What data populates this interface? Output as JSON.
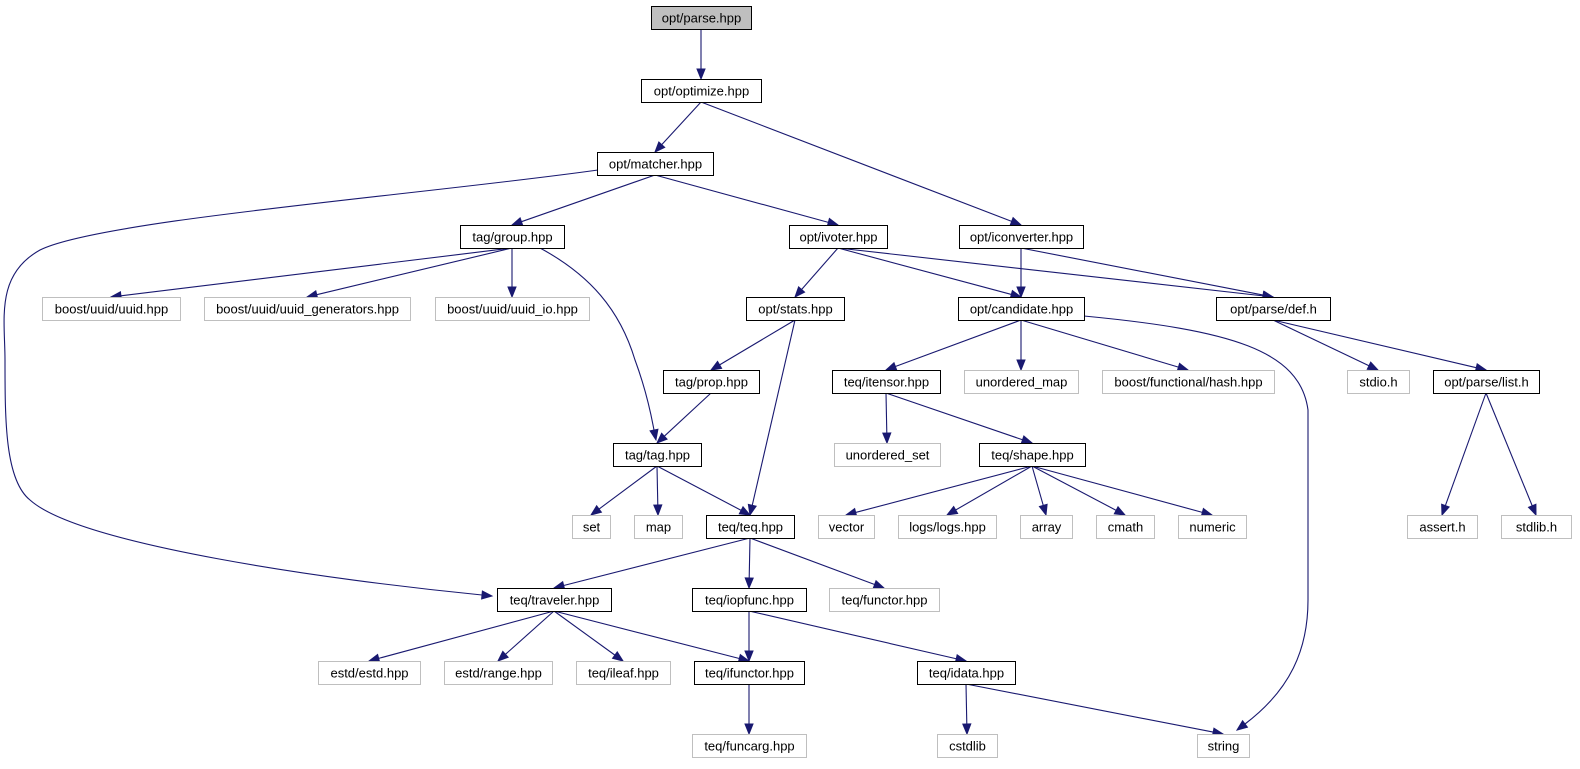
{
  "colors": {
    "edge": "#191970",
    "current_fill": "#bfbfbf",
    "strong_border": "#000000",
    "muted_border": "#bfbfbf",
    "node_fill": "#ffffff"
  },
  "nodes": [
    {
      "id": "parse",
      "label": "opt/parse.hpp",
      "style": "current"
    },
    {
      "id": "optimize",
      "label": "opt/optimize.hpp",
      "style": "strong"
    },
    {
      "id": "matcher",
      "label": "opt/matcher.hpp",
      "style": "strong"
    },
    {
      "id": "group",
      "label": "tag/group.hpp",
      "style": "strong"
    },
    {
      "id": "ivoter",
      "label": "opt/ivoter.hpp",
      "style": "strong"
    },
    {
      "id": "iconverter",
      "label": "opt/iconverter.hpp",
      "style": "strong"
    },
    {
      "id": "uuid",
      "label": "boost/uuid/uuid.hpp",
      "style": "muted"
    },
    {
      "id": "uuidgen",
      "label": "boost/uuid/uuid_generators.hpp",
      "style": "muted"
    },
    {
      "id": "uuidio",
      "label": "boost/uuid/uuid_io.hpp",
      "style": "muted"
    },
    {
      "id": "stats",
      "label": "opt/stats.hpp",
      "style": "strong"
    },
    {
      "id": "candidate",
      "label": "opt/candidate.hpp",
      "style": "strong"
    },
    {
      "id": "def",
      "label": "opt/parse/def.h",
      "style": "strong"
    },
    {
      "id": "prop",
      "label": "tag/prop.hpp",
      "style": "strong"
    },
    {
      "id": "itensor",
      "label": "teq/itensor.hpp",
      "style": "strong"
    },
    {
      "id": "umap",
      "label": "unordered_map",
      "style": "muted"
    },
    {
      "id": "fhash",
      "label": "boost/functional/hash.hpp",
      "style": "muted"
    },
    {
      "id": "stdio",
      "label": "stdio.h",
      "style": "muted"
    },
    {
      "id": "list",
      "label": "opt/parse/list.h",
      "style": "strong"
    },
    {
      "id": "tag",
      "label": "tag/tag.hpp",
      "style": "strong"
    },
    {
      "id": "uset",
      "label": "unordered_set",
      "style": "muted"
    },
    {
      "id": "shape",
      "label": "teq/shape.hpp",
      "style": "strong"
    },
    {
      "id": "assert",
      "label": "assert.h",
      "style": "muted"
    },
    {
      "id": "stdlib",
      "label": "stdlib.h",
      "style": "muted"
    },
    {
      "id": "set",
      "label": "set",
      "style": "muted"
    },
    {
      "id": "map",
      "label": "map",
      "style": "muted"
    },
    {
      "id": "teq",
      "label": "teq/teq.hpp",
      "style": "strong"
    },
    {
      "id": "vector",
      "label": "vector",
      "style": "muted"
    },
    {
      "id": "logs",
      "label": "logs/logs.hpp",
      "style": "muted"
    },
    {
      "id": "array",
      "label": "array",
      "style": "muted"
    },
    {
      "id": "cmath",
      "label": "cmath",
      "style": "muted"
    },
    {
      "id": "numeric",
      "label": "numeric",
      "style": "muted"
    },
    {
      "id": "traveler",
      "label": "teq/traveler.hpp",
      "style": "strong"
    },
    {
      "id": "iopfunc",
      "label": "teq/iopfunc.hpp",
      "style": "strong"
    },
    {
      "id": "functor",
      "label": "teq/functor.hpp",
      "style": "muted"
    },
    {
      "id": "estd",
      "label": "estd/estd.hpp",
      "style": "muted"
    },
    {
      "id": "range",
      "label": "estd/range.hpp",
      "style": "muted"
    },
    {
      "id": "ileaf",
      "label": "teq/ileaf.hpp",
      "style": "muted"
    },
    {
      "id": "ifunctor",
      "label": "teq/ifunctor.hpp",
      "style": "strong"
    },
    {
      "id": "idata",
      "label": "teq/idata.hpp",
      "style": "strong"
    },
    {
      "id": "funcarg",
      "label": "teq/funcarg.hpp",
      "style": "muted"
    },
    {
      "id": "cstdlib",
      "label": "cstdlib",
      "style": "muted"
    },
    {
      "id": "string",
      "label": "string",
      "style": "muted"
    }
  ],
  "edges": [
    [
      "parse",
      "optimize"
    ],
    [
      "optimize",
      "matcher"
    ],
    [
      "optimize",
      "iconverter"
    ],
    [
      "matcher",
      "group"
    ],
    [
      "matcher",
      "ivoter"
    ],
    [
      "matcher",
      "traveler"
    ],
    [
      "group",
      "uuid"
    ],
    [
      "group",
      "uuidgen"
    ],
    [
      "group",
      "uuidio"
    ],
    [
      "group",
      "tag"
    ],
    [
      "ivoter",
      "stats"
    ],
    [
      "ivoter",
      "candidate"
    ],
    [
      "ivoter",
      "def"
    ],
    [
      "iconverter",
      "candidate"
    ],
    [
      "iconverter",
      "def"
    ],
    [
      "stats",
      "prop"
    ],
    [
      "stats",
      "teq"
    ],
    [
      "candidate",
      "itensor"
    ],
    [
      "candidate",
      "umap"
    ],
    [
      "candidate",
      "fhash"
    ],
    [
      "candidate",
      "string"
    ],
    [
      "def",
      "stdio"
    ],
    [
      "def",
      "list"
    ],
    [
      "prop",
      "tag"
    ],
    [
      "itensor",
      "uset"
    ],
    [
      "itensor",
      "shape"
    ],
    [
      "list",
      "assert"
    ],
    [
      "list",
      "stdlib"
    ],
    [
      "tag",
      "set"
    ],
    [
      "tag",
      "map"
    ],
    [
      "tag",
      "teq"
    ],
    [
      "shape",
      "vector"
    ],
    [
      "shape",
      "logs"
    ],
    [
      "shape",
      "array"
    ],
    [
      "shape",
      "cmath"
    ],
    [
      "shape",
      "numeric"
    ],
    [
      "teq",
      "traveler"
    ],
    [
      "teq",
      "iopfunc"
    ],
    [
      "teq",
      "functor"
    ],
    [
      "traveler",
      "estd"
    ],
    [
      "traveler",
      "range"
    ],
    [
      "traveler",
      "ileaf"
    ],
    [
      "traveler",
      "ifunctor"
    ],
    [
      "iopfunc",
      "ifunctor"
    ],
    [
      "iopfunc",
      "idata"
    ],
    [
      "ifunctor",
      "funcarg"
    ],
    [
      "idata",
      "cstdlib"
    ],
    [
      "idata",
      "string"
    ]
  ]
}
